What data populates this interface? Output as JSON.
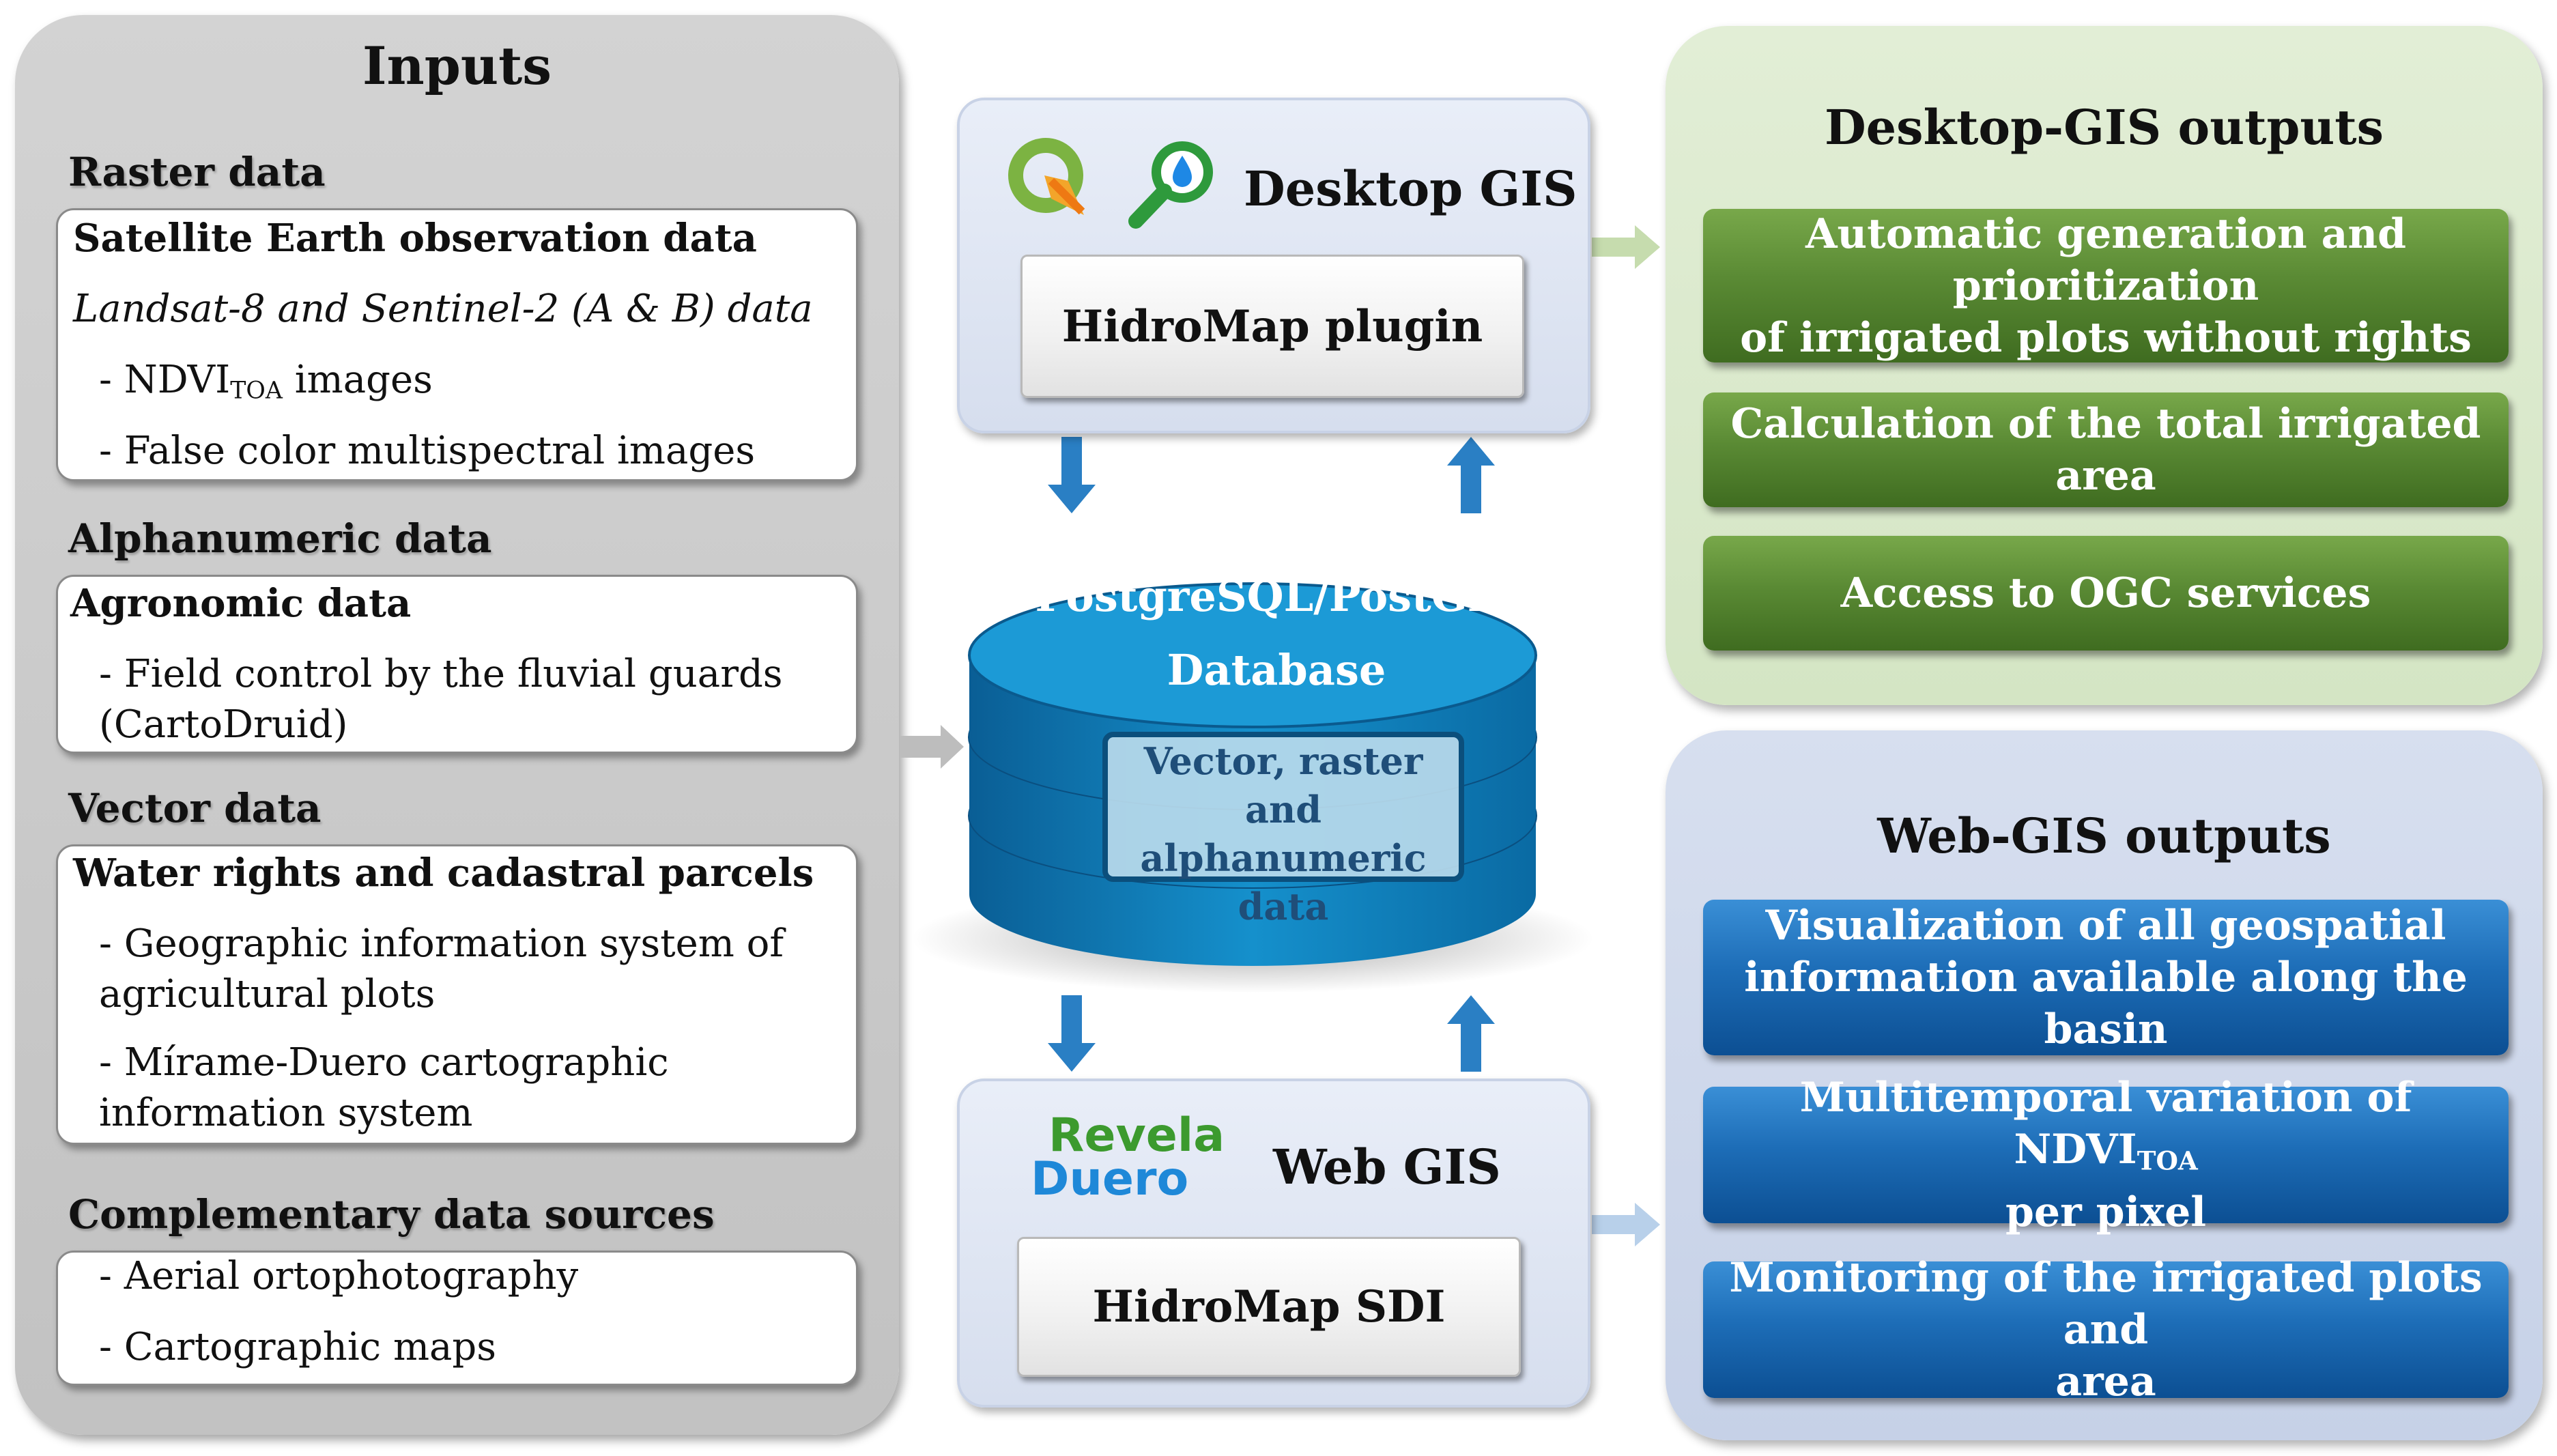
{
  "inputs": {
    "title": "Inputs",
    "raster": {
      "heading": "Raster data",
      "box_title": "Satellite Earth observation data",
      "box_italic": "Landsat-8 and Sentinel-2 (A & B) data",
      "ndvi_prefix": "- NDVI",
      "ndvi_sub": "TOA",
      "ndvi_suffix": " images",
      "item2": "- False color multispectral images"
    },
    "alphanumeric": {
      "heading": "Alphanumeric data",
      "box_title": "Agronomic data",
      "item1": "- Field control by the fluvial guards\n(CartoDruid)"
    },
    "vector": {
      "heading": "Vector data",
      "box_title": "Water rights and cadastral parcels",
      "item1": "- Geographic information system of\nagricultural plots",
      "item2": "- Mírame-Duero cartographic\ninformation system"
    },
    "complementary": {
      "heading": "Complementary data sources",
      "item1": "- Aerial ortophotography",
      "item2": "- Cartographic maps"
    }
  },
  "desktop_gis": {
    "label": "Desktop GIS",
    "plugin": "HidroMap plugin"
  },
  "database": {
    "title_line1": "PostgreSQL/PostGIS",
    "title_line2": "Database",
    "content_line1": "Vector, raster and",
    "content_line2": "alphanumeric",
    "content_line3": "data"
  },
  "web_gis": {
    "label": "Web GIS",
    "logo_line1": "Revela",
    "logo_line2": "Duero",
    "sdi": "HidroMap SDI"
  },
  "desktop_outputs": {
    "title": "Desktop-GIS outputs",
    "items": [
      "Automatic generation and prioritization\nof irrigated plots without rights",
      "Calculation of the total irrigated area",
      "Access to OGC services"
    ]
  },
  "web_outputs": {
    "title": "Web-GIS outputs",
    "item1": "Visualization of all geospatial\ninformation available along the basin",
    "item2_prefix": "Multitemporal variation of NDVI",
    "item2_sub": "TOA",
    "item2_suffix": "per pixel",
    "item3": "Monitoring of the irrigated plots and\narea"
  },
  "colors": {
    "input_panel": "#c8c8c8",
    "green_button": "#5a8a34",
    "blue_button": "#1d6db7",
    "database": "#1a85c2",
    "arrow_blue": "#2a7fc4"
  }
}
